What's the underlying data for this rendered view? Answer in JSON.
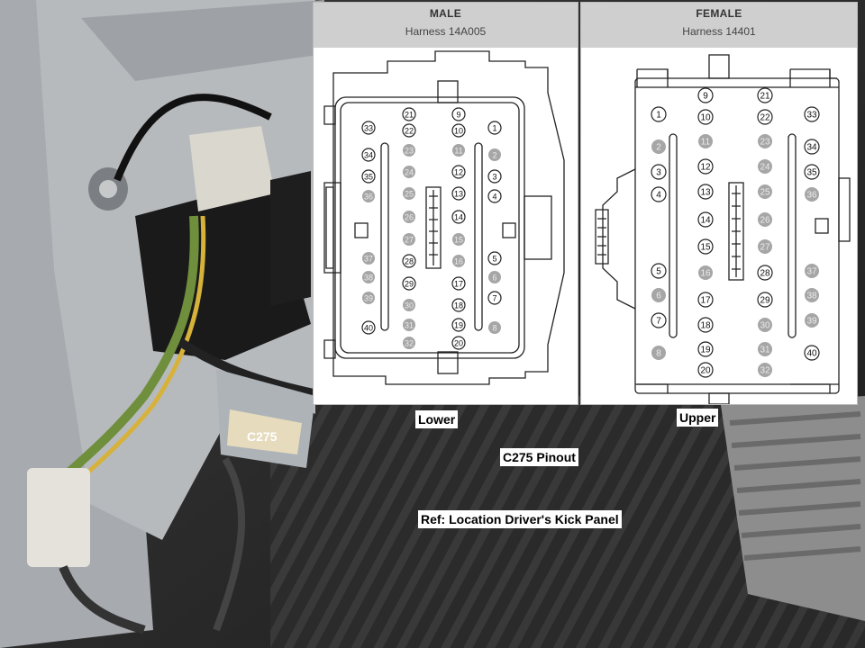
{
  "colors": {
    "pin_hollow": "#ffffff",
    "pin_filled": "#a6a6a6",
    "outline": "#222222"
  },
  "male": {
    "title": "MALE",
    "harness": "Harness 14A005",
    "pins": [
      {
        "n": "21",
        "f": false
      },
      {
        "n": "9",
        "f": false
      },
      {
        "n": "33",
        "f": false
      },
      {
        "n": "22",
        "f": false
      },
      {
        "n": "10",
        "f": false
      },
      {
        "n": "1",
        "f": false
      },
      {
        "n": "23",
        "f": true
      },
      {
        "n": "11",
        "f": true
      },
      {
        "n": "34",
        "f": false
      },
      {
        "n": "2",
        "f": true
      },
      {
        "n": "24",
        "f": true
      },
      {
        "n": "12",
        "f": false
      },
      {
        "n": "35",
        "f": false
      },
      {
        "n": "3",
        "f": false
      },
      {
        "n": "25",
        "f": true
      },
      {
        "n": "13",
        "f": false
      },
      {
        "n": "36",
        "f": true
      },
      {
        "n": "4",
        "f": false
      },
      {
        "n": "26",
        "f": true
      },
      {
        "n": "14",
        "f": false
      },
      {
        "n": "27",
        "f": true
      },
      {
        "n": "15",
        "f": true
      },
      {
        "n": "37",
        "f": true
      },
      {
        "n": "28",
        "f": false
      },
      {
        "n": "16",
        "f": true
      },
      {
        "n": "5",
        "f": false
      },
      {
        "n": "38",
        "f": true
      },
      {
        "n": "6",
        "f": true
      },
      {
        "n": "29",
        "f": false
      },
      {
        "n": "17",
        "f": false
      },
      {
        "n": "39",
        "f": true
      },
      {
        "n": "7",
        "f": false
      },
      {
        "n": "30",
        "f": true
      },
      {
        "n": "18",
        "f": false
      },
      {
        "n": "40",
        "f": false
      },
      {
        "n": "31",
        "f": true
      },
      {
        "n": "19",
        "f": false
      },
      {
        "n": "8",
        "f": true
      },
      {
        "n": "32",
        "f": true
      },
      {
        "n": "20",
        "f": false
      }
    ]
  },
  "female": {
    "title": "FEMALE",
    "harness": "Harness 14401",
    "pins": [
      {
        "n": "9",
        "f": false
      },
      {
        "n": "21",
        "f": false
      },
      {
        "n": "1",
        "f": false
      },
      {
        "n": "10",
        "f": false
      },
      {
        "n": "22",
        "f": false
      },
      {
        "n": "33",
        "f": false
      },
      {
        "n": "11",
        "f": true
      },
      {
        "n": "23",
        "f": true
      },
      {
        "n": "2",
        "f": true
      },
      {
        "n": "34",
        "f": false
      },
      {
        "n": "12",
        "f": false
      },
      {
        "n": "24",
        "f": true
      },
      {
        "n": "3",
        "f": false
      },
      {
        "n": "35",
        "f": false
      },
      {
        "n": "4",
        "f": false
      },
      {
        "n": "13",
        "f": false
      },
      {
        "n": "25",
        "f": true
      },
      {
        "n": "36",
        "f": true
      },
      {
        "n": "14",
        "f": false
      },
      {
        "n": "26",
        "f": true
      },
      {
        "n": "15",
        "f": false
      },
      {
        "n": "27",
        "f": true
      },
      {
        "n": "5",
        "f": false
      },
      {
        "n": "16",
        "f": true
      },
      {
        "n": "28",
        "f": false
      },
      {
        "n": "37",
        "f": true
      },
      {
        "n": "6",
        "f": true
      },
      {
        "n": "17",
        "f": false
      },
      {
        "n": "29",
        "f": false
      },
      {
        "n": "38",
        "f": true
      },
      {
        "n": "7",
        "f": false
      },
      {
        "n": "18",
        "f": false
      },
      {
        "n": "30",
        "f": true
      },
      {
        "n": "39",
        "f": true
      },
      {
        "n": "8",
        "f": true
      },
      {
        "n": "19",
        "f": false
      },
      {
        "n": "31",
        "f": true
      },
      {
        "n": "40",
        "f": false
      },
      {
        "n": "20",
        "f": false
      },
      {
        "n": "32",
        "f": true
      }
    ]
  },
  "labels": {
    "lower": "Lower",
    "upper": "Upper",
    "c275": "C275",
    "pinout": "C275 Pinout",
    "ref": "Ref: Location Driver's Kick Panel"
  }
}
